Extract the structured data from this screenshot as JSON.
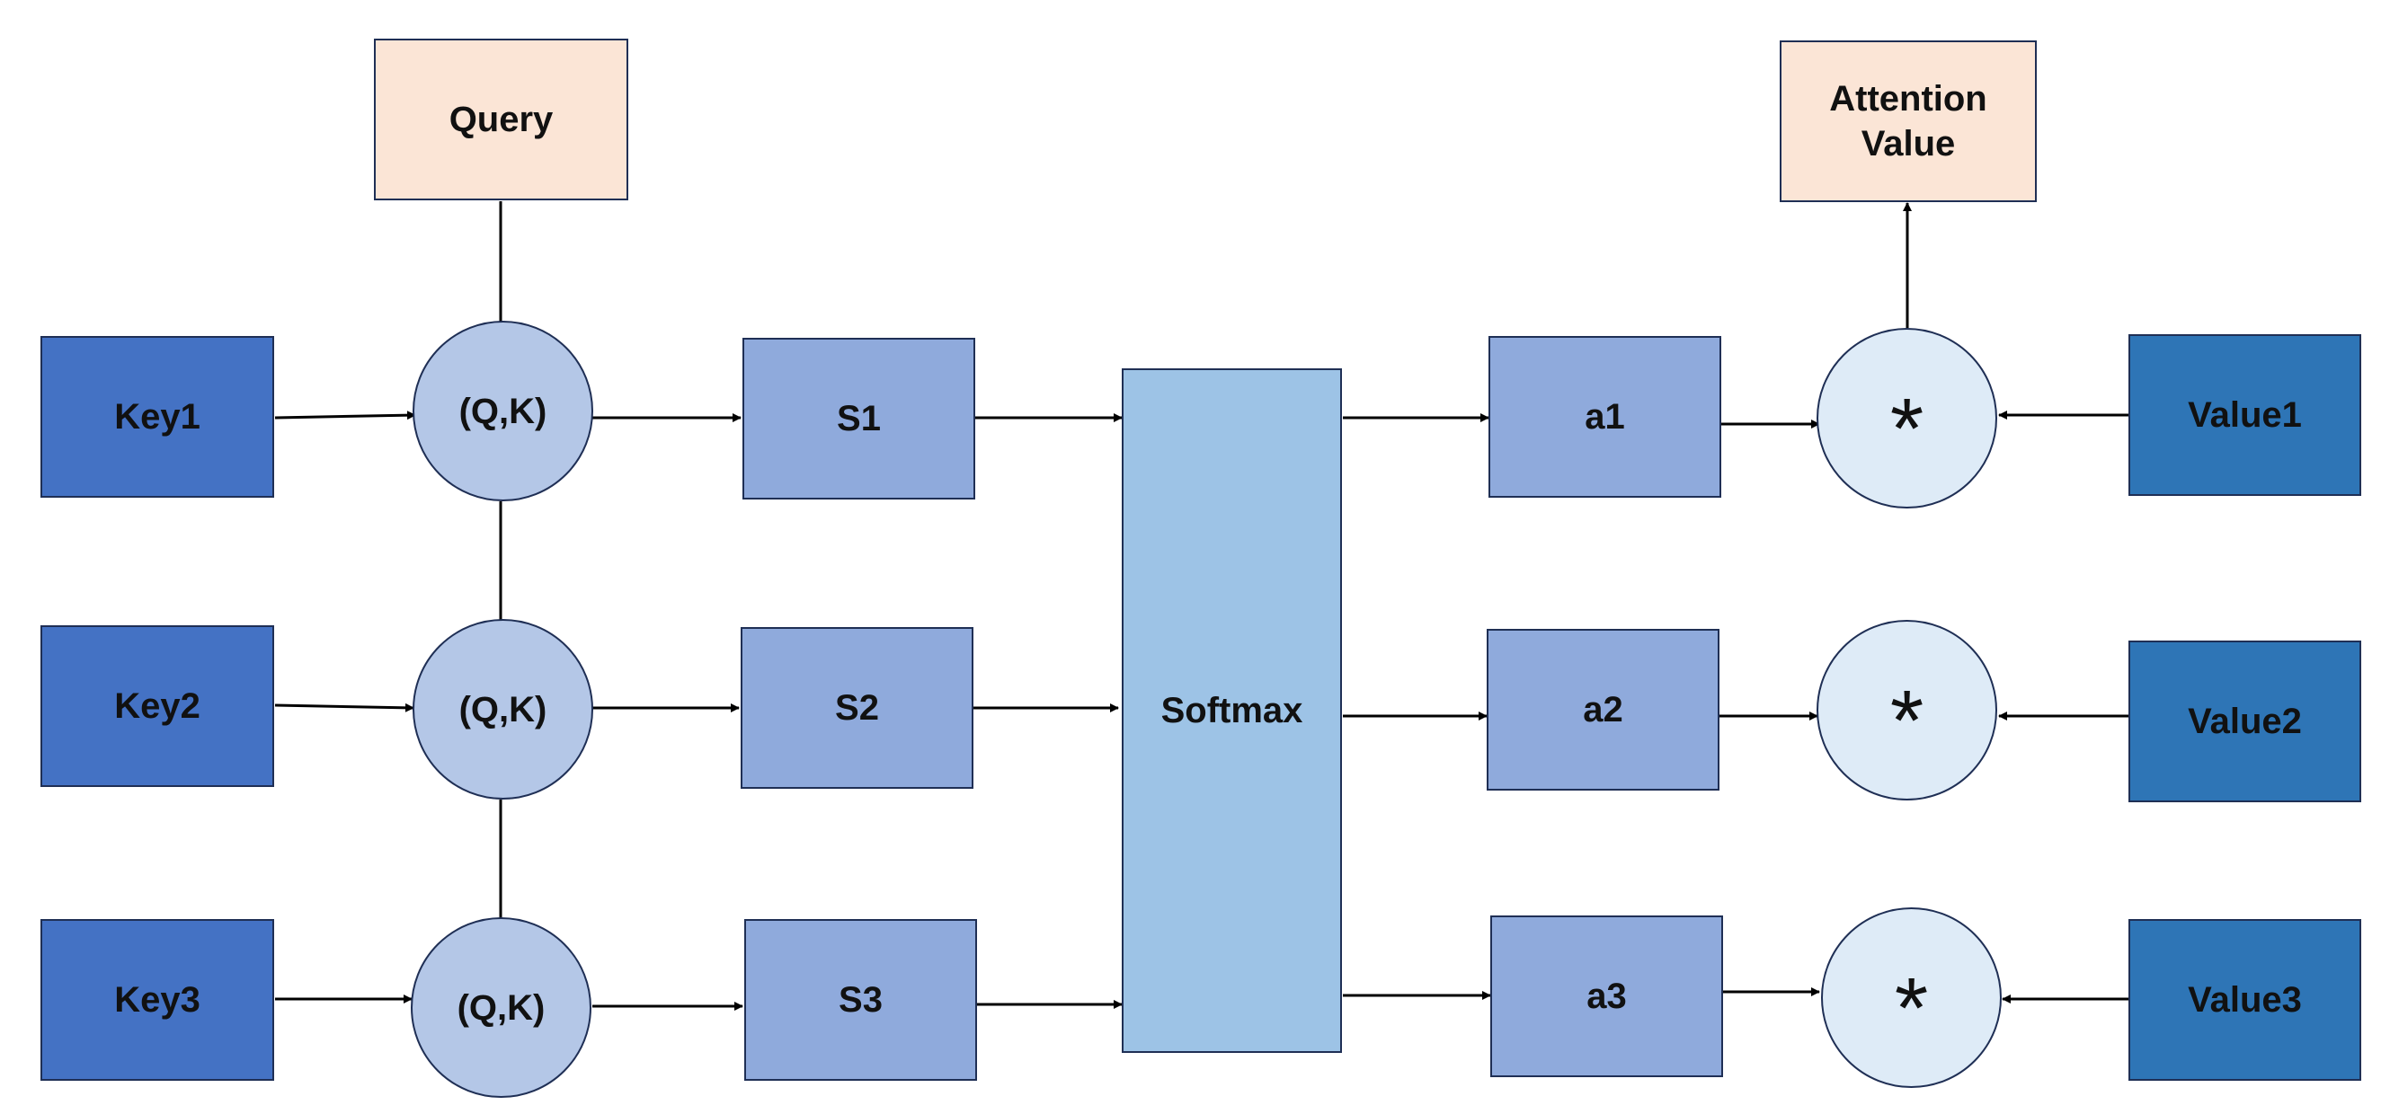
{
  "query": "Query",
  "output": "Attention\nValue",
  "keys": [
    "Key1",
    "Key2",
    "Key3"
  ],
  "qk_ops": [
    "(Q,K)",
    "(Q,K)",
    "(Q,K)"
  ],
  "scores": [
    "S1",
    "S2",
    "S3"
  ],
  "softmax": "Softmax",
  "weights": [
    "a1",
    "a2",
    "a3"
  ],
  "mult_ops": [
    "*",
    "*",
    "*"
  ],
  "values": [
    "Value1",
    "Value2",
    "Value3"
  ]
}
